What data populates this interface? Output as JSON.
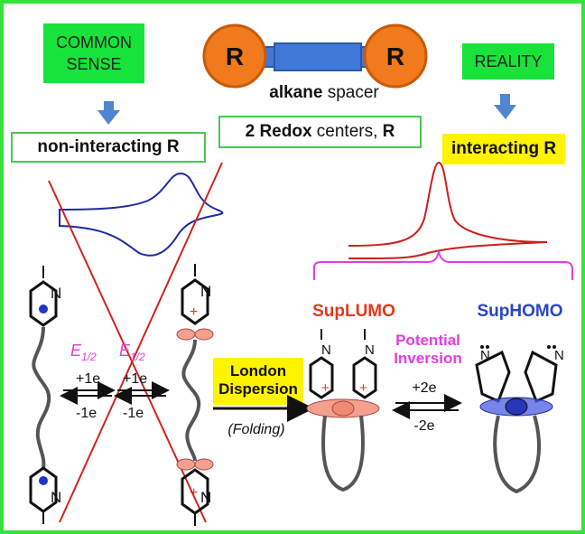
{
  "labels": {
    "common_sense": "COMMON\nSENSE",
    "reality": "REALITY",
    "r_left": "R",
    "r_right": "R",
    "alkane_bold": "alkane",
    "alkane_rest": " spacer",
    "redox_bold": "2 Redox",
    "redox_rest": " centers, ",
    "redox_r": "R",
    "non_interacting": "non-interacting R",
    "interacting": "interacting R",
    "e_half_1": "E",
    "e_half_sub_1": "1/2",
    "e_half_2": "E",
    "e_half_sub_2": "1/2",
    "plus_1e_a": "+1e",
    "minus_1e_a": "-1e",
    "plus_1e_b": "+1e",
    "minus_1e_b": "-1e",
    "london_dispersion": "London\nDispersion",
    "folding": "(Folding)",
    "sup_lumo": "SupLUMO",
    "sup_homo": "SupHOMO",
    "potential_inversion": "Potential\nInversion",
    "plus_2e": "+2e",
    "minus_2e": "-2e",
    "n_labels": [
      "N",
      "N",
      "N",
      "N",
      "N",
      "N",
      "N",
      "N"
    ],
    "plus_signs": [
      "+",
      "+",
      "+",
      "+"
    ]
  },
  "colors": {
    "frame": "#38e23c",
    "green_box": "#17e33a",
    "r_ball": "#f07a1c",
    "spacer": "#3f78d6",
    "arrow_blue": "#4f86d1",
    "cv_blue": "#1f2aa6",
    "cv_red": "#cc1f1a",
    "cross_red": "#d0231d",
    "magenta": "#e43ce0",
    "lumo_red": "#e03a1e",
    "homo_blue": "#2745c8",
    "orbital_red": "#f3a08e",
    "orbital_blue": "#4a5be0",
    "yellow": "#fff300"
  }
}
